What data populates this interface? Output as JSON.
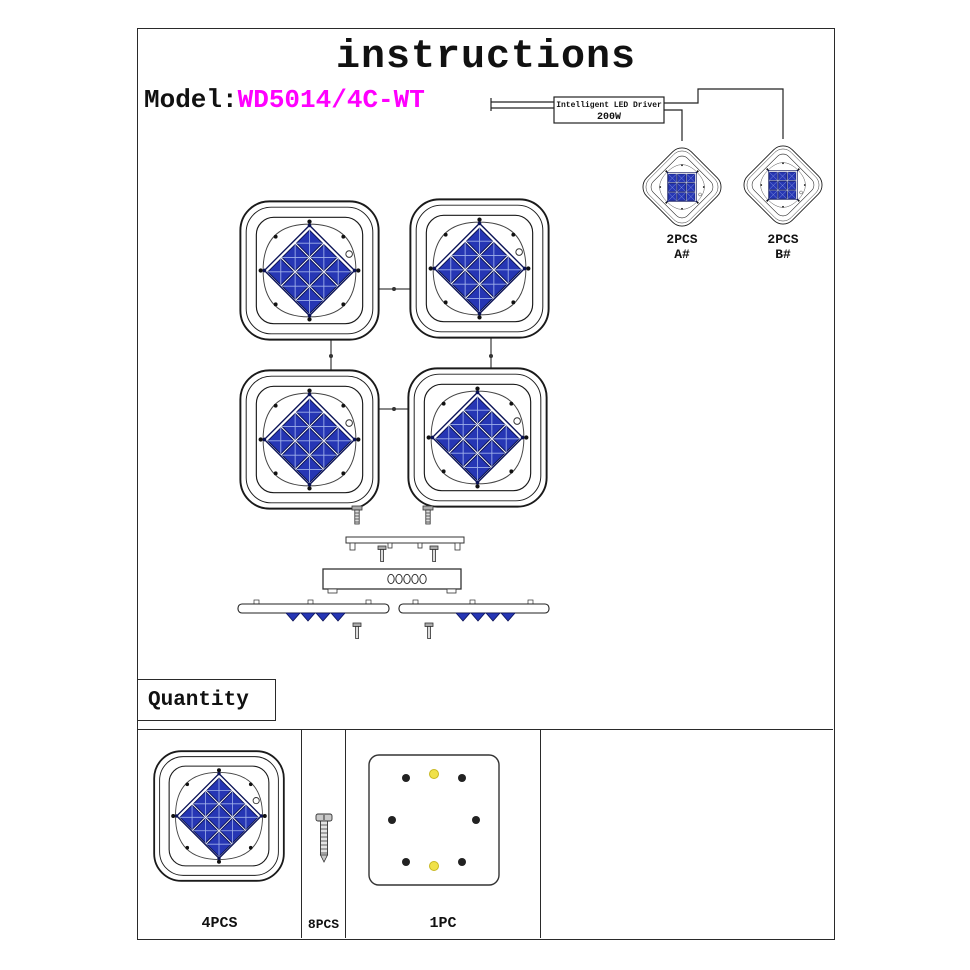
{
  "title": "instructions",
  "model": {
    "label": "Model:",
    "value": "WD5014/4C-WT"
  },
  "driver": {
    "name": "Intelligent LED Driver",
    "power": "200W"
  },
  "wiring_lamps": [
    {
      "qty": "2PCS",
      "code": "A#"
    },
    {
      "qty": "2PCS",
      "code": "B#"
    }
  ],
  "quantity_section": {
    "label": "Quantity"
  },
  "parts": [
    {
      "name": "crystal lamp panel",
      "qty": "4PCS"
    },
    {
      "name": "screw",
      "qty": "8PCS"
    },
    {
      "name": "ceiling mounting plate",
      "qty": "1PC"
    }
  ],
  "icons": {
    "lamp-panel-icon": "rounded square panel with blue crystal diamond",
    "screw-icon": "threaded screw",
    "mounting-plate-icon": "square plate with screw holes",
    "led-driver-box": "intelligent LED driver block",
    "connector-holes": "row of five oval holes"
  },
  "colors": {
    "model_value": "#ff00ff",
    "crystal_blue": "#2636b4",
    "crystal_dark": "#0a1257",
    "facet_light": "#9fb0ea",
    "line": "#1a1a1a",
    "plate_hole_yellow": "#f0e14a"
  }
}
